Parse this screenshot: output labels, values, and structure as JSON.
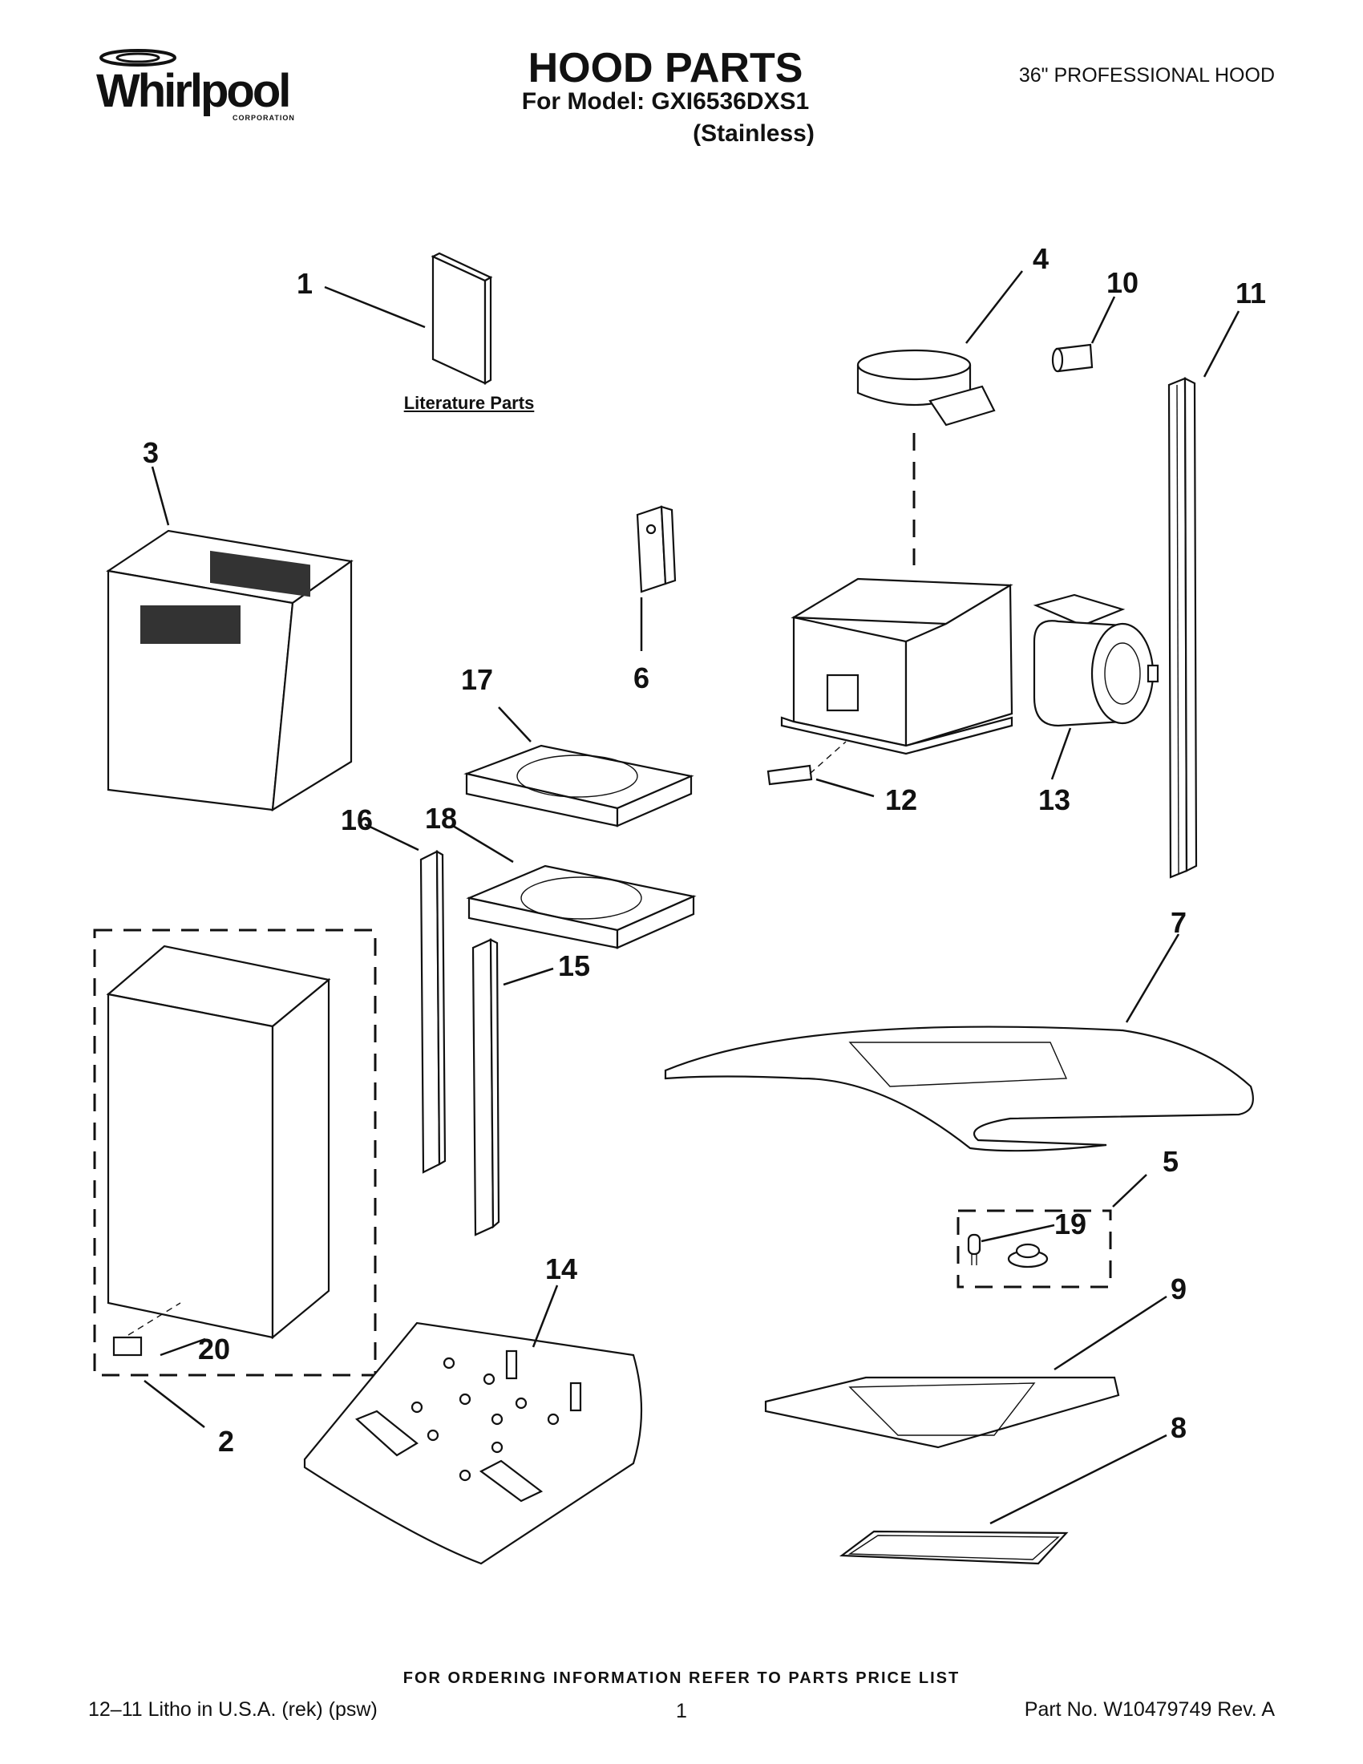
{
  "header": {
    "brand": "Whirlpool",
    "brand_sub": "CORPORATION",
    "title": "HOOD PARTS",
    "model": "For Model: GXI6536DXS1",
    "finish": "(Stainless)",
    "subtitle": "36\" PROFESSIONAL HOOD"
  },
  "labels": {
    "literature": "Literature Parts"
  },
  "callouts": [
    "1",
    "2",
    "3",
    "4",
    "5",
    "6",
    "7",
    "8",
    "9",
    "10",
    "11",
    "12",
    "13",
    "14",
    "15",
    "16",
    "17",
    "18",
    "19",
    "20"
  ],
  "footer": {
    "ordering": "FOR ORDERING INFORMATION REFER TO PARTS PRICE LIST",
    "litho": "12–11 Litho in U.S.A. (rek) (psw)",
    "page": "1",
    "part_no": "Part No. W10479749 Rev. A"
  }
}
